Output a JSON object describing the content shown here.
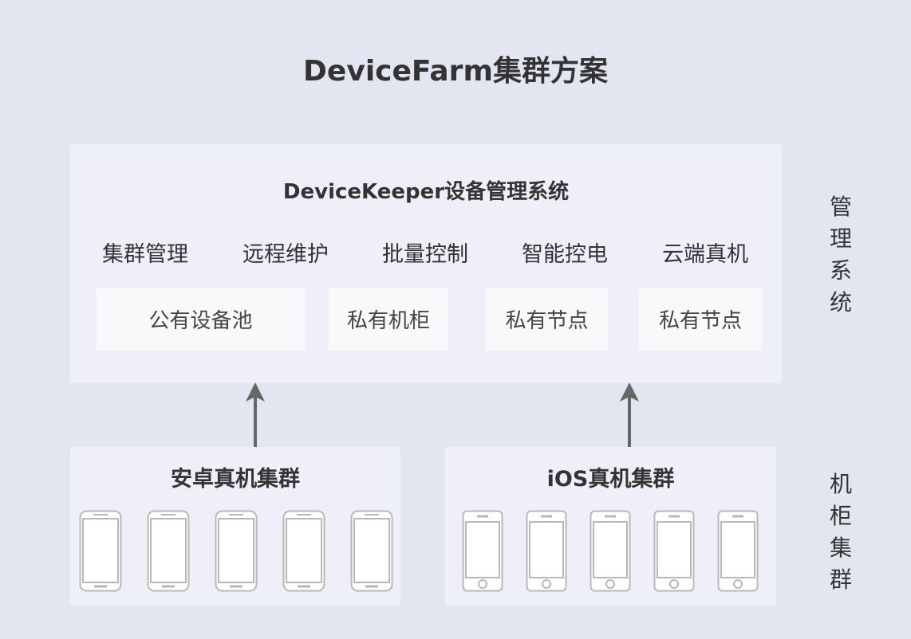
{
  "title": "DeviceFarm集群方案",
  "management": {
    "title": "DeviceKeeper设备管理系统",
    "features": [
      "集群管理",
      "远程维护",
      "批量控制",
      "智能控电",
      "云端真机"
    ],
    "pools": [
      "公有设备池",
      "私有机柜",
      "私有节点",
      "私有节点"
    ]
  },
  "clusters": {
    "android": {
      "title": "安卓真机集群"
    },
    "ios": {
      "title": "iOS真机集群"
    }
  },
  "side_labels": {
    "management": [
      "管",
      "理",
      "系",
      "统"
    ],
    "cabinet": [
      "机",
      "柜",
      "集",
      "群"
    ]
  },
  "colors": {
    "background": "#e3e5f0",
    "panel": "#eeeff8",
    "pool_box": "#f9f9fc",
    "arrow": "#666666",
    "phone_outline": "#b8b8b8"
  }
}
